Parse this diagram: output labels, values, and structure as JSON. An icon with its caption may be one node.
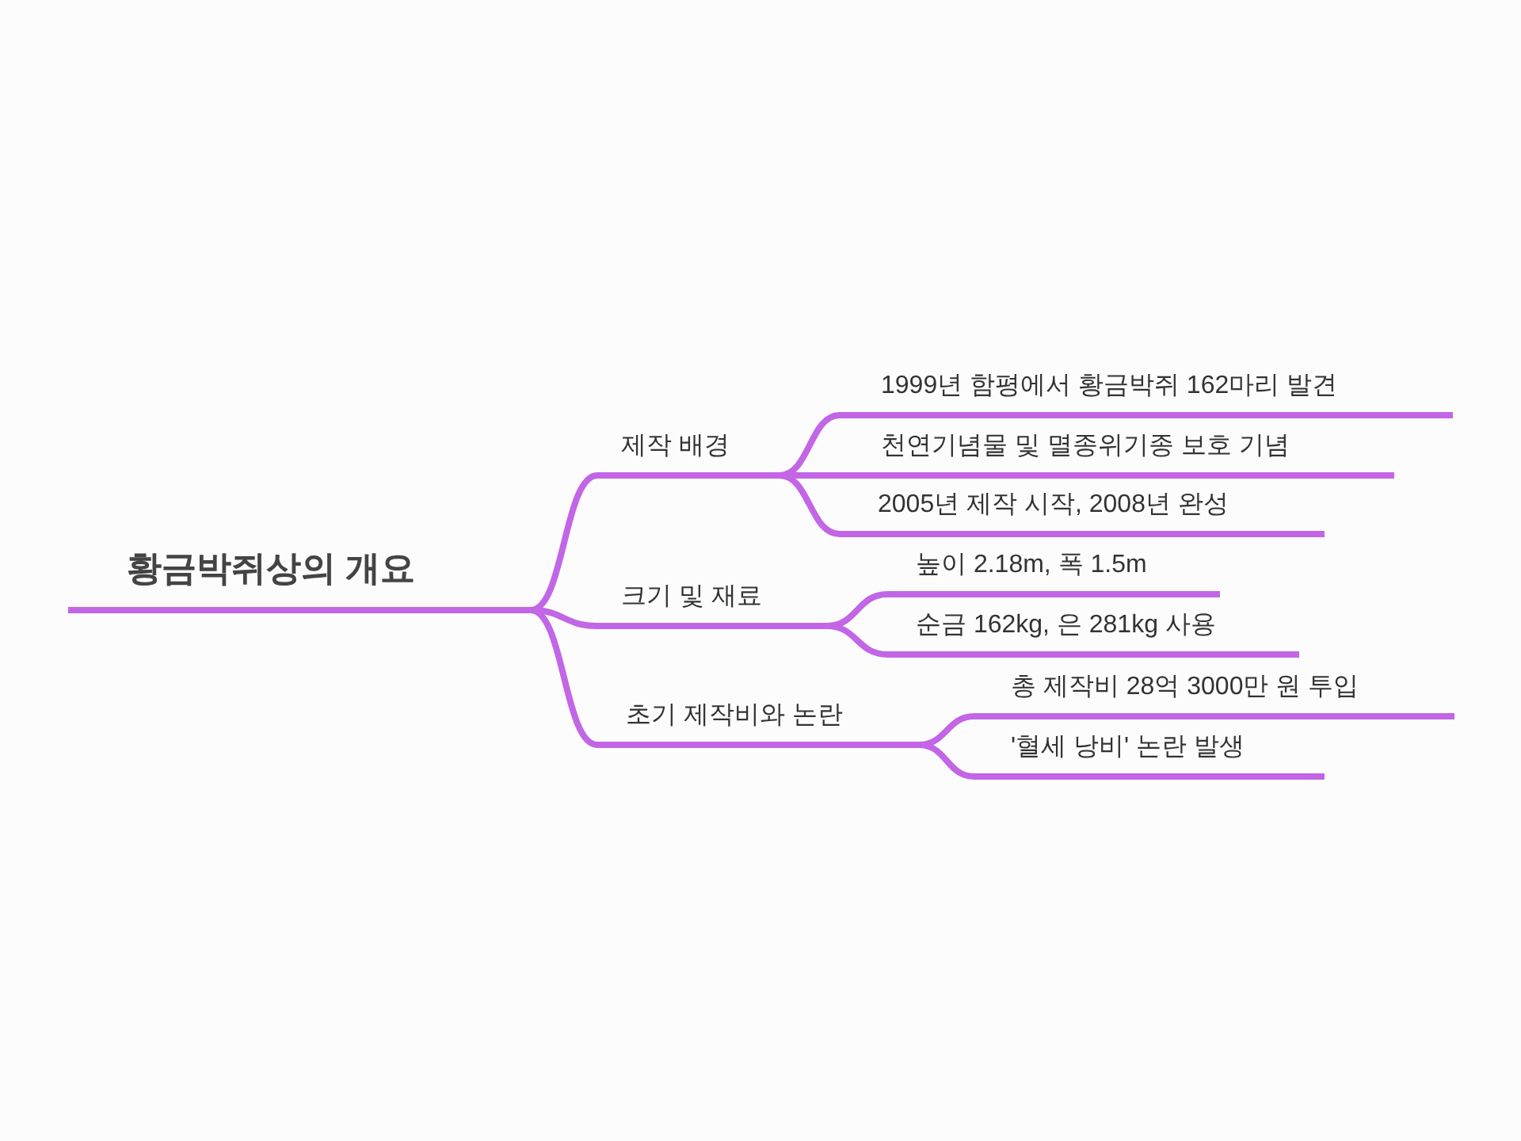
{
  "diagram": {
    "nodes": [
      {
        "text": [
          "황금박쥐상의 개요"
        ]
      },
      {
        "text": [
          "제작 배경"
        ]
      },
      {
        "text": [
          "1999년 함평에서 황금박쥐 162마리 발견"
        ]
      },
      {
        "text": [
          "천연기념물 및 멸종위기종 보호 기념"
        ]
      },
      {
        "text": [
          "2005년 제작 시작, 2008년 완성"
        ]
      },
      {
        "text": [
          "크기 및 재료"
        ]
      },
      {
        "text": [
          "높이 2.18m, 폭 1.5m"
        ]
      },
      {
        "text": [
          "순금 162kg, 은 281kg 사용"
        ]
      },
      {
        "text": [
          "초기 제작비와 논란"
        ]
      },
      {
        "text": [
          "총 제작비 28억 3000만 원 투입"
        ]
      },
      {
        "text": [
          "'혈세 낭비' 논란 발생"
        ]
      }
    ],
    "edges": [
      {
        "from": 0,
        "to": 1,
        "arrow": "none"
      },
      {
        "from": 0,
        "to": 5,
        "arrow": "none"
      },
      {
        "from": 0,
        "to": 8,
        "arrow": "none"
      },
      {
        "from": 1,
        "to": 2,
        "arrow": "none"
      },
      {
        "from": 1,
        "to": 3,
        "arrow": "none"
      },
      {
        "from": 1,
        "to": 4,
        "arrow": "none"
      },
      {
        "from": 5,
        "to": 6,
        "arrow": "none"
      },
      {
        "from": 5,
        "to": 7,
        "arrow": "none"
      },
      {
        "from": 8,
        "to": 9,
        "arrow": "none"
      },
      {
        "from": 8,
        "to": 10,
        "arrow": "none"
      }
    ]
  }
}
